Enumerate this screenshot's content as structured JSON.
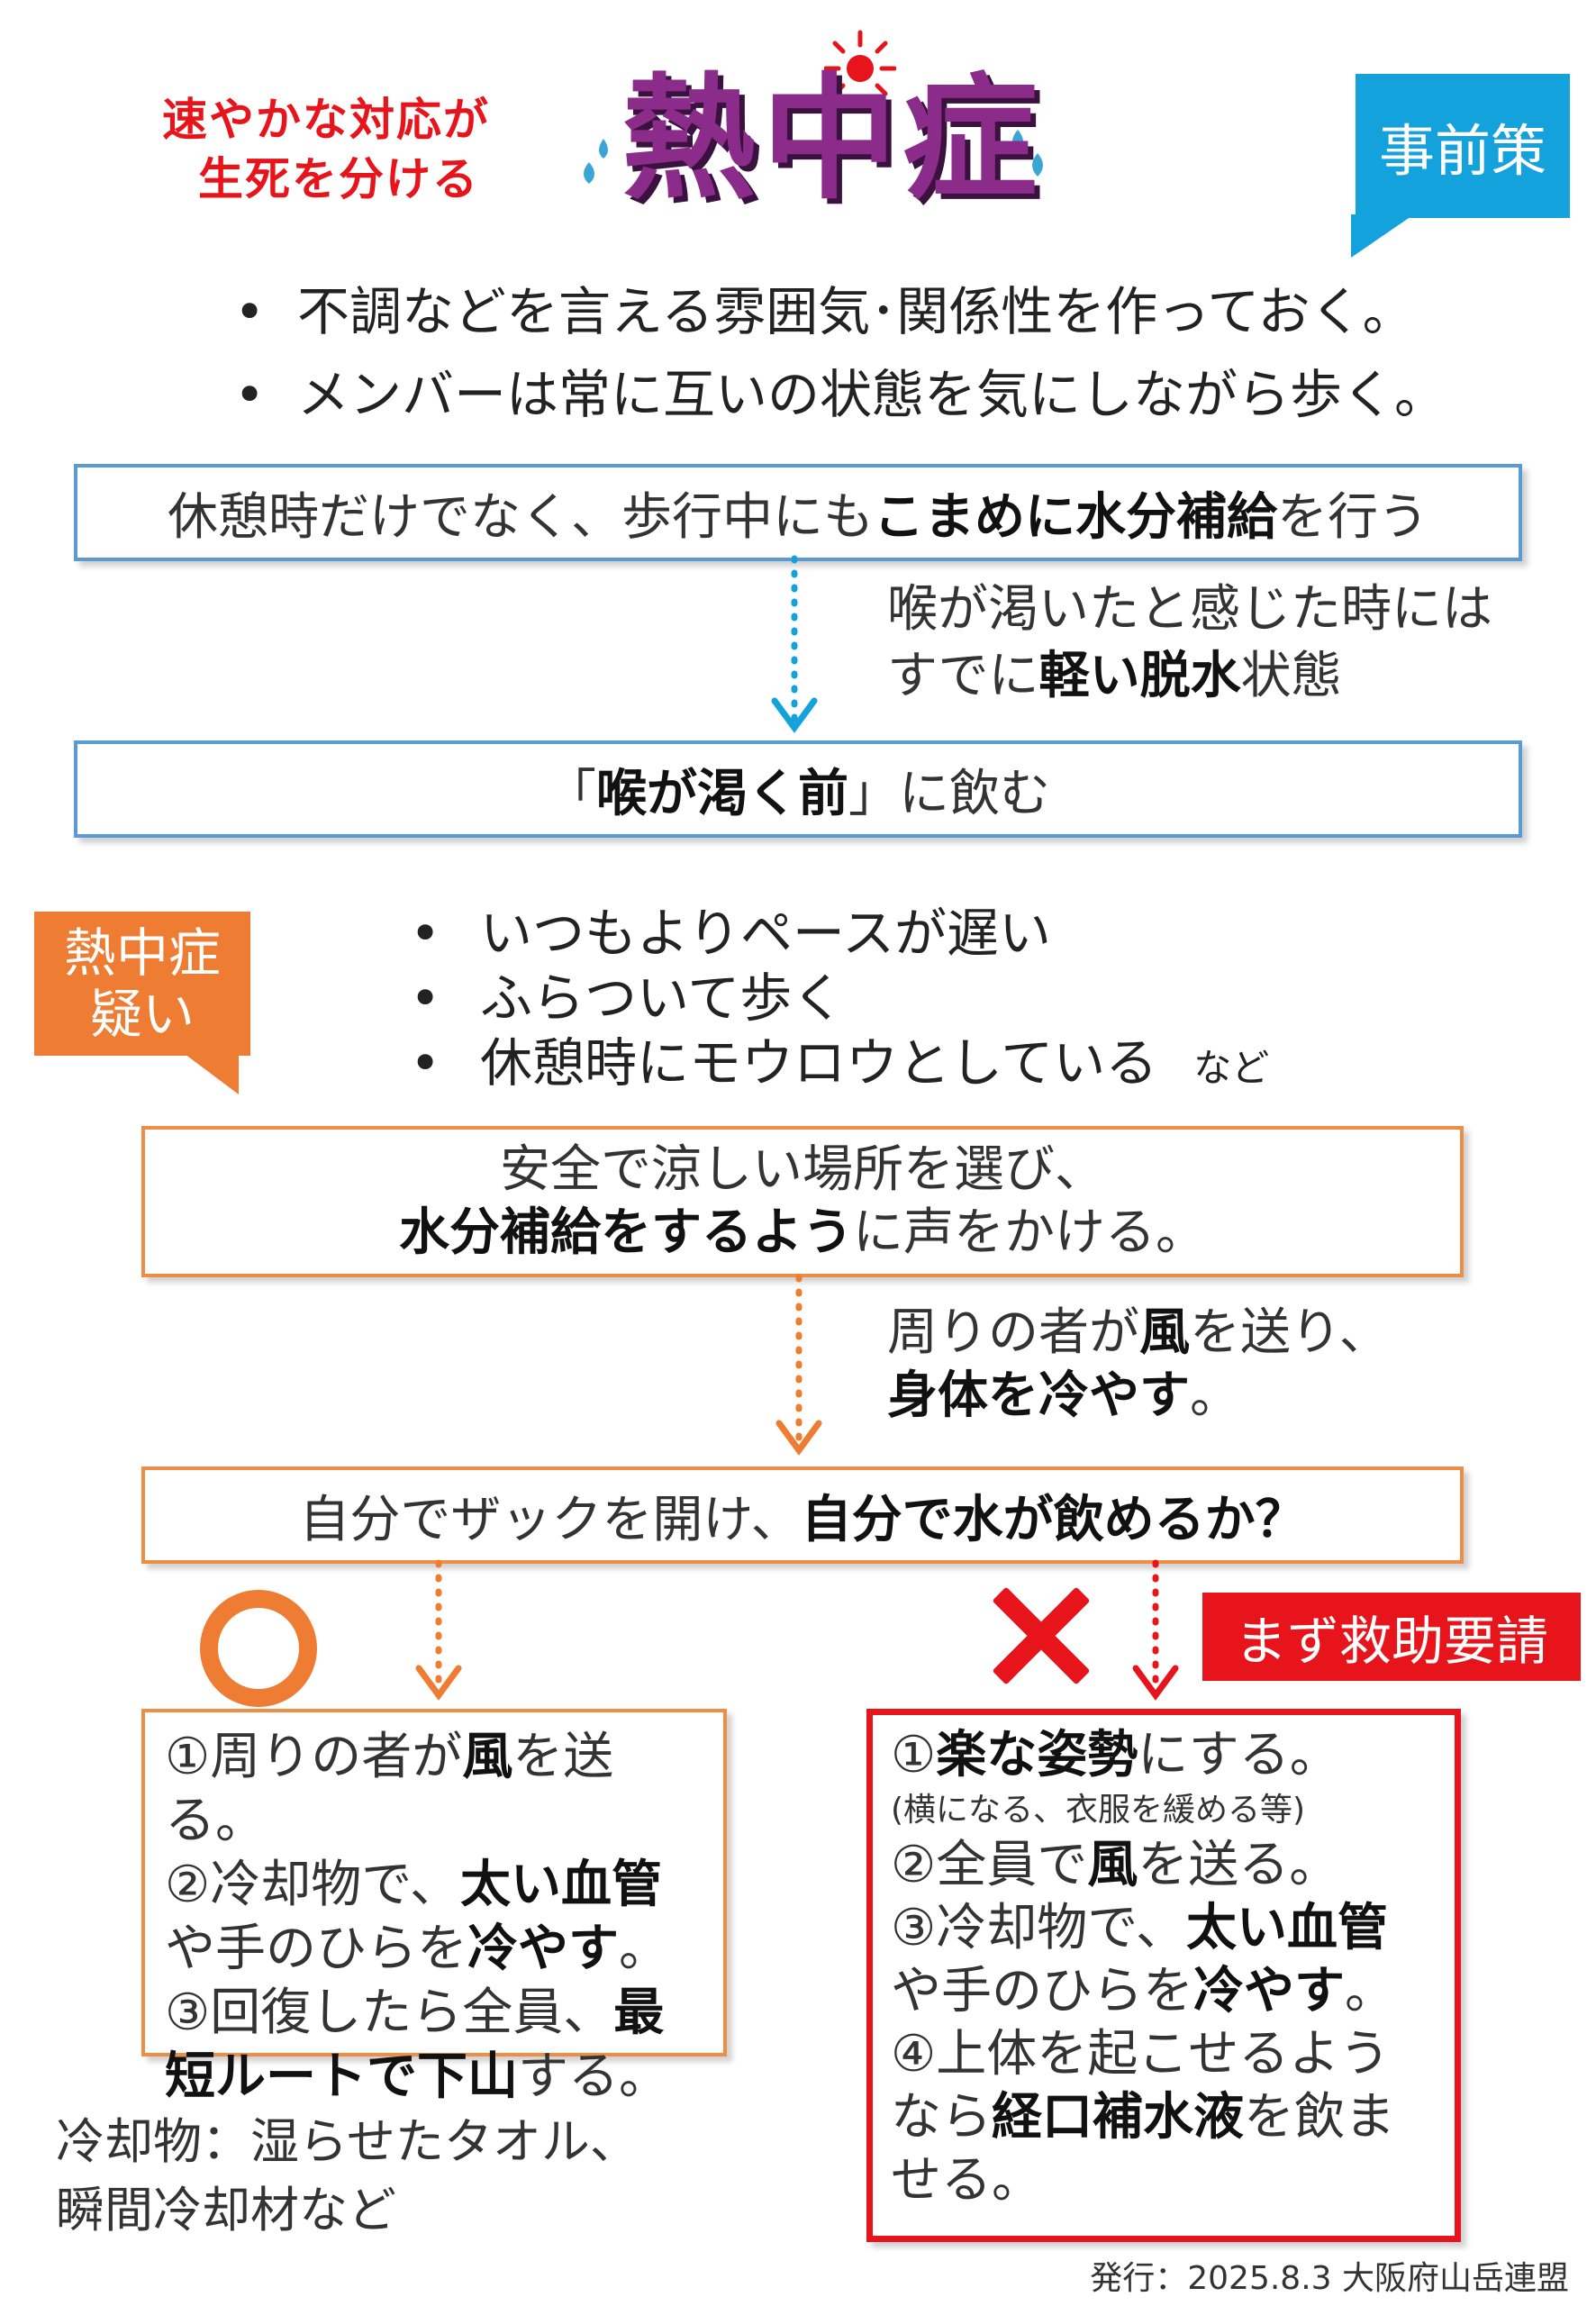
{
  "header": {
    "slogan_line1": "速やかな対応が",
    "slogan_line2": "生死を分ける",
    "title": "熱中症"
  },
  "prevention": {
    "callout": "事前策",
    "bullets": [
      "不調などを言える雰囲気･関係性を作っておく。",
      "メンバーは常に互いの状態を気にしながら歩く。"
    ],
    "box1": {
      "pre": "休憩時だけでなく、歩行中にも",
      "bold": "こまめに水分補給",
      "post": "を行う"
    },
    "note": {
      "line1": "喉が渇いたと感じた時には",
      "line2_pre": "すでに",
      "line2_bold": "軽い脱水",
      "line2_post": "状態"
    },
    "box2": {
      "open": "「",
      "bold": "喉が渇く前",
      "close": "」に飲む"
    }
  },
  "suspected": {
    "callout_line1": "熱中症",
    "callout_line2": "疑い",
    "signs": [
      "いつもよりペースが遅い",
      "ふらついて歩く",
      "休憩時にモウロウとしている"
    ],
    "signs_suffix": "など",
    "box1": {
      "line1": "安全で涼しい場所を選び、",
      "line2_bold": "水分補給をするよう",
      "line2_post": "に声をかける。"
    },
    "note": {
      "pre": "周りの者が",
      "bold1": "風",
      "mid": "を送り、",
      "bold2": "身体を冷やす",
      "post": "。"
    },
    "question": {
      "pre": "自分でザックを開け、",
      "bold": "自分で水が飲めるか？"
    }
  },
  "yes_branch": {
    "symbol": "○",
    "step1": {
      "pre": "①周りの者が",
      "bold": "風",
      "post": "を送る。"
    },
    "step2": {
      "pre": "②冷却物で、",
      "bold1": "太い血管",
      "mid": "や手のひらを",
      "bold2": "冷やす",
      "post": "。"
    },
    "step3": {
      "pre": "③回復したら全員、",
      "bold": "最短ルートで下山",
      "post": "する。"
    }
  },
  "no_branch": {
    "symbol": "×",
    "label": "まず救助要請",
    "step1": {
      "pre": "①",
      "bold": "楽な姿勢",
      "post": "にする。"
    },
    "step1_note": "(横になる、衣服を緩める等)",
    "step2": {
      "pre": "②全員で",
      "bold": "風",
      "post": "を送る。"
    },
    "step3": {
      "pre": "③冷却物で、",
      "bold1": "太い血管",
      "mid": "や手のひらを",
      "bold2": "冷やす",
      "post": "。"
    },
    "step4": {
      "pre": "④上体を起こせるようなら",
      "bold": "経口補水液",
      "post": "を飲ませる。"
    }
  },
  "footnote": {
    "line1": "冷却物：湿らせたタオル、",
    "line2": "瞬間冷却材など"
  },
  "issuer": "発行：2025.8.3 大阪府山岳連盟",
  "colors": {
    "blue": "#14a2dd",
    "orange": "#ee7c32",
    "red": "#e8141b",
    "title_purple": "#8b2b8a"
  }
}
